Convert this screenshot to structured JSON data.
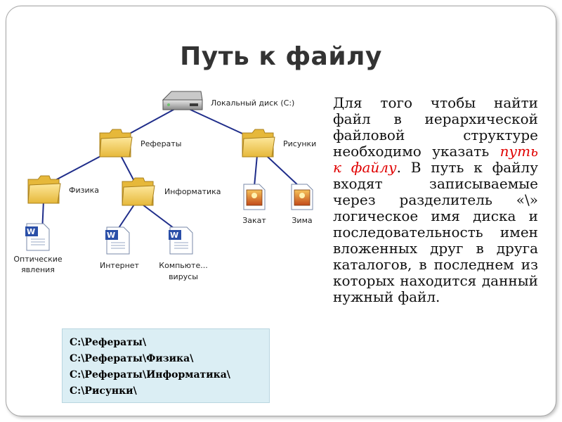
{
  "title": "Путь к файлу",
  "tree": {
    "root": "Локальный диск (C:)",
    "referaty": "Рефераты",
    "risunki": "Рисунки",
    "fizika": "Физика",
    "informatika": "Информатика",
    "opticheskie_line1": "Оптические",
    "opticheskie_line2": "явления",
    "internet": "Интернет",
    "kompyuter_line1": "Компьюте...",
    "kompyuter_line2": "вирусы",
    "zakat": "Закат",
    "zima": "Зима"
  },
  "description": {
    "part1": "Для того чтобы найти файл в иерархической файловой структуре необходимо указать ",
    "highlight": "путь к файлу",
    "part2": ". В путь к файлу входят записываемые через разделитель «\\» логическое имя диска и последовательность имен вложенных друг в друга каталогов, в последнем из которых находится данный нужный файл."
  },
  "paths": [
    "C:\\Рефераты\\",
    "C:\\Рефераты\\Физика\\",
    "C:\\Рефераты\\Информатика\\",
    "C:\\Рисунки\\"
  ]
}
